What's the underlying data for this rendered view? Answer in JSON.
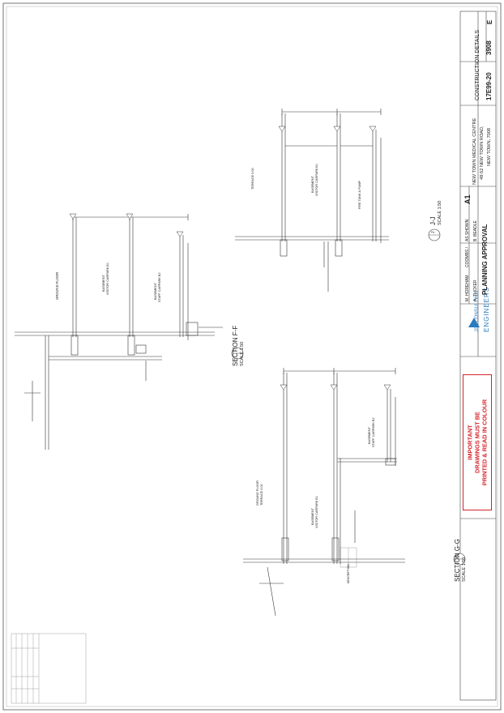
{
  "warning": {
    "line1": "IMPORTANT",
    "line2": "DRAWINGS MUST BE",
    "line3": "PRINTED & READ IN COLOUR"
  },
  "company": {
    "name_line1": "JSA CONSULTING",
    "name_line2": "ENGINEERS"
  },
  "title_block": {
    "drawn_by": "M. HOREHAM",
    "drawn_by_extra": "COOMBS /",
    "checked_by": "A. TUCKER",
    "approved_by": "B. BEADLE",
    "scale": "AS SHOWN",
    "size": "A1",
    "project_line1": "NEW TOWN MEDICAL CENTRE",
    "project_line2": "48-52 NEW TOWN ROAD,",
    "project_line3": "NEW TOWN, 7008",
    "status": "PLANNING APPROVAL",
    "drawing_title": "CONSTRUCTION DETAILS",
    "project_no": "17E99-20",
    "drawing_no": "3908",
    "revision": "E"
  },
  "sections": {
    "ff": {
      "title": "SECTION F-F",
      "scale": "SCALE 1:50",
      "tag": "F"
    },
    "gg": {
      "title": "SECTION G-G",
      "scale": "SCALE 1:50",
      "tag": "G"
    },
    "jj": {
      "title": "J-J",
      "scale": "SCALE 1:50",
      "tag": "J"
    }
  },
  "labels": {
    "ground_floor": "GROUND FLOOR",
    "ground_floor_terrace": "GROUND FLOOR",
    "terrace": "TERRACE 0.02",
    "terrace2": "TERRACE 0.00",
    "bsmt_visitor": "BASEMENT",
    "visitor_carpark": "VISITOR CARPARK B1",
    "bsmt_staff": "BASEMENT",
    "staff_carpark": "STAFF CARPARK B2",
    "fire_tank": "FIRE TANK & PUMP",
    "description": "DESCRIPTION"
  },
  "colors": {
    "warning_red": "#d4232a",
    "logo_blue": "#2b7bbf",
    "line": "#333333"
  }
}
